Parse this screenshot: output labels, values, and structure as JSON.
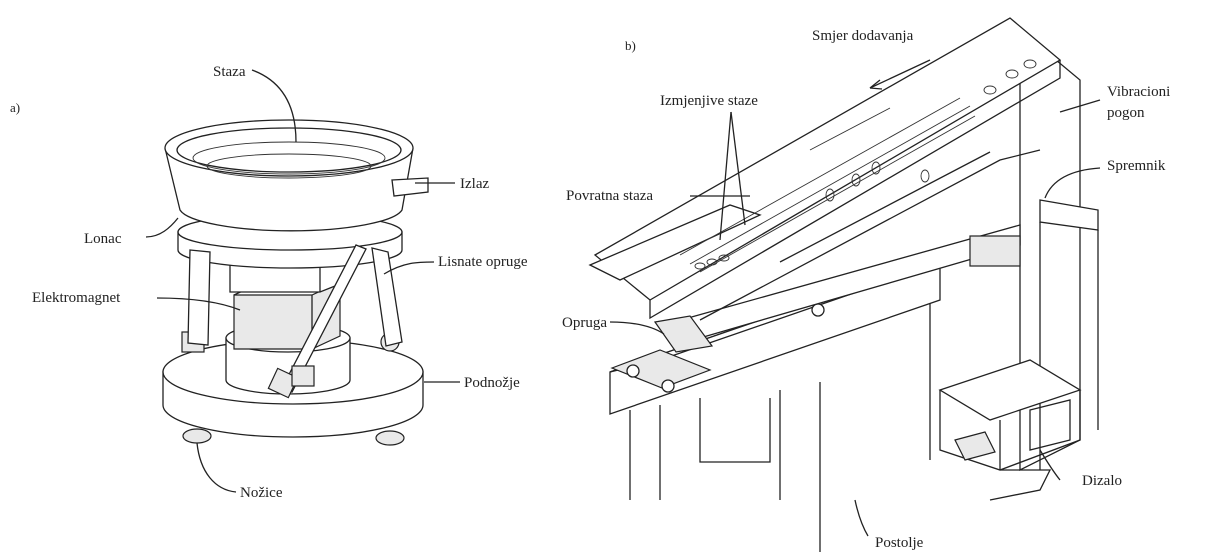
{
  "panel_a": {
    "tag": "a)",
    "labels": {
      "staza": "Staza",
      "izlaz": "Izlaz",
      "lonac": "Lonac",
      "lisnate_opruge": "Lisnate opruge",
      "elektromagnet": "Elektromagnet",
      "podnozje": "Podnožje",
      "nozice": "Nožice"
    }
  },
  "panel_b": {
    "tag": "b)",
    "labels": {
      "smjer_dodavanja": "Smjer dodavanja",
      "izmjenjive_staze": "Izmjenjive staze",
      "vibracioni": "Vibracioni",
      "pogon": "pogon",
      "spremnik": "Spremnik",
      "povratna_staza": "Povratna staza",
      "opruga": "Opruga",
      "dizalo": "Dizalo",
      "postolje": "Postolje"
    }
  }
}
